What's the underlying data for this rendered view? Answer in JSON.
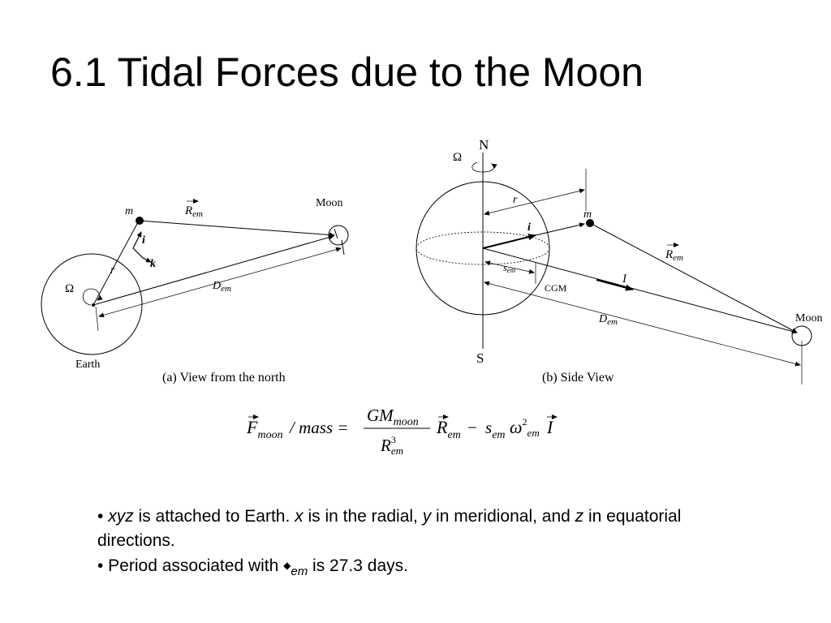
{
  "title": "6.1 Tidal Forces due to the Moon",
  "view_a": {
    "caption": "(a) View from the north",
    "earth_label": "Earth",
    "moon_label": "Moon",
    "mass_label": "m",
    "i_label": "i",
    "k_label": "k",
    "r_label": "r",
    "omega_label": "Ω",
    "R_label": "R",
    "R_sub": "em",
    "D_label": "D",
    "D_sub": "em"
  },
  "view_b": {
    "caption": "(b) Side View",
    "north_label": "N",
    "south_label": "S",
    "omega_label": "Ω",
    "r_label": "r",
    "mass_label": "m",
    "i_label": "i",
    "s_label": "s",
    "s_sub": "em",
    "cgm_label": "CGM",
    "I_label": "I",
    "R_label": "R",
    "R_sub": "em",
    "D_label": "D",
    "D_sub": "em",
    "moon_label": "Moon"
  },
  "equation": {
    "F": "F",
    "F_sub": "moon",
    "slash": "/ mass =",
    "num_GM": "GM",
    "num_sub": "moon",
    "den_R": "R",
    "den_exp": "3",
    "den_sub": "em",
    "R": "R",
    "R_sub": "em",
    "minus": "−",
    "s": "s",
    "s_sub": "em",
    "omega": "ω",
    "omega_exp": "2",
    "omega_sub": "em",
    "I": "I"
  },
  "bullets": {
    "b1_prefix": "• ",
    "b1_xyz": "xyz",
    "b1_t1": " is attached to Earth. ",
    "b1_x": "x",
    "b1_t2": " is in the radial, ",
    "b1_y": "y",
    "b1_t3": " in meridional, and ",
    "b1_z": "z",
    "b1_t4": " in equatorial directions.",
    "b2_t1": "• Period associated with ",
    "b2_symbol": "◆",
    "b2_sub": "em",
    "b2_t2": " is 27.3 days."
  }
}
